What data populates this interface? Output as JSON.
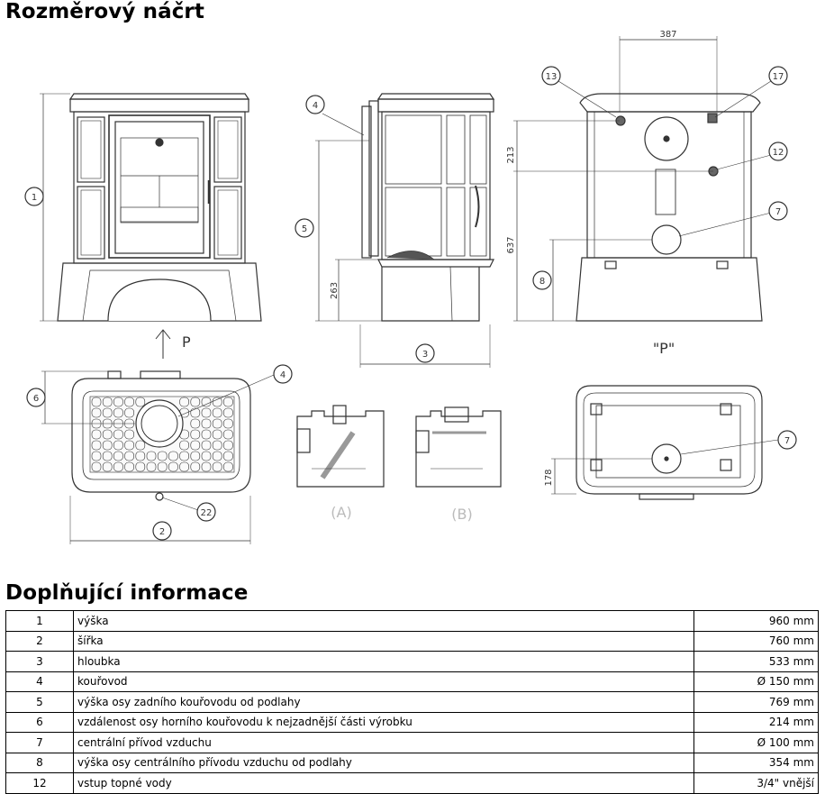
{
  "sections": {
    "drawing_title": "Rozměrový náčrt",
    "info_title": "Doplňující informace"
  },
  "drawing": {
    "view_arrow_label": "P",
    "view_p_label": "\"P\"",
    "variant_a_label": "(A)",
    "variant_b_label": "(B)",
    "dimensions": {
      "top_spacing": "387",
      "upper_offset": "213",
      "side_height": "637",
      "flue_height": "263",
      "bottom_offset": "178"
    },
    "callouts": [
      "1",
      "2",
      "3",
      "4",
      "5",
      "6",
      "7",
      "8",
      "12",
      "13",
      "17",
      "22"
    ]
  },
  "table": {
    "rows": [
      {
        "num": "1",
        "desc": "výška",
        "val": "960 mm"
      },
      {
        "num": "2",
        "desc": "šířka",
        "val": "760 mm"
      },
      {
        "num": "3",
        "desc": "hloubka",
        "val": "533 mm"
      },
      {
        "num": "4",
        "desc": "kouřovod",
        "val": "Ø 150 mm"
      },
      {
        "num": "5",
        "desc": "výška osy zadního kouřovodu od podlahy",
        "val": "769 mm"
      },
      {
        "num": "6",
        "desc": "vzdálenost osy horního kouřovodu k nejzadnější části výrobku",
        "val": "214 mm"
      },
      {
        "num": "7",
        "desc": "centrální přívod vzduchu",
        "val": "Ø 100 mm"
      },
      {
        "num": "8",
        "desc": "výška osy centrálního přívodu vzduchu od podlahy",
        "val": "354 mm"
      },
      {
        "num": "12",
        "desc": "vstup topné vody",
        "val": "3/4\" vnější"
      }
    ]
  }
}
